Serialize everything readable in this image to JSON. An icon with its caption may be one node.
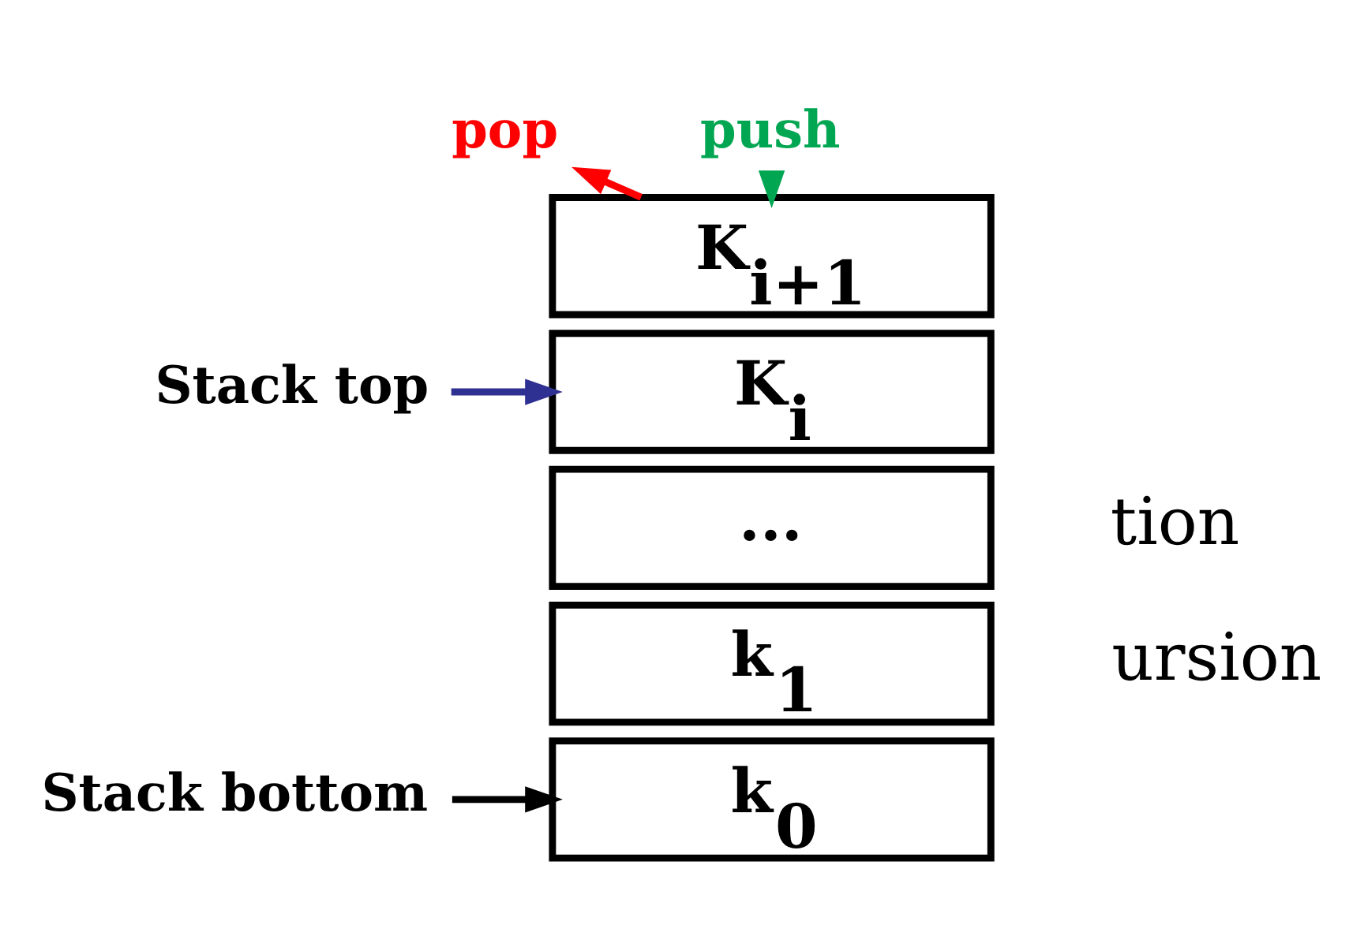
{
  "diagram": {
    "nodes": [
      {
        "text": [
          "pop"
        ]
      },
      {
        "text": [
          "push"
        ]
      },
      {
        "text": [
          "K$_{i+1}$"
        ]
      },
      {
        "text": [
          "K$_{i}$"
        ]
      },
      {
        "text": [
          "..."
        ]
      },
      {
        "text": [
          "k$_{1}$"
        ]
      },
      {
        "text": [
          "k$_{0}$"
        ]
      },
      {
        "text": [
          "Stack top"
        ]
      },
      {
        "text": [
          "Stack bottom"
        ]
      }
    ],
    "edges": [
      {
        "from": 2,
        "to": 0,
        "arrow": "to",
        "color": "#ff0000"
      },
      {
        "from": 1,
        "to": 2,
        "arrow": "to",
        "color": "#00a651"
      },
      {
        "from": 7,
        "to": 3,
        "arrow": "to",
        "color": "#2e3192"
      },
      {
        "from": 8,
        "to": 6,
        "arrow": "to",
        "color": "#000000"
      }
    ],
    "labels": [
      "tion",
      "ursion"
    ]
  }
}
